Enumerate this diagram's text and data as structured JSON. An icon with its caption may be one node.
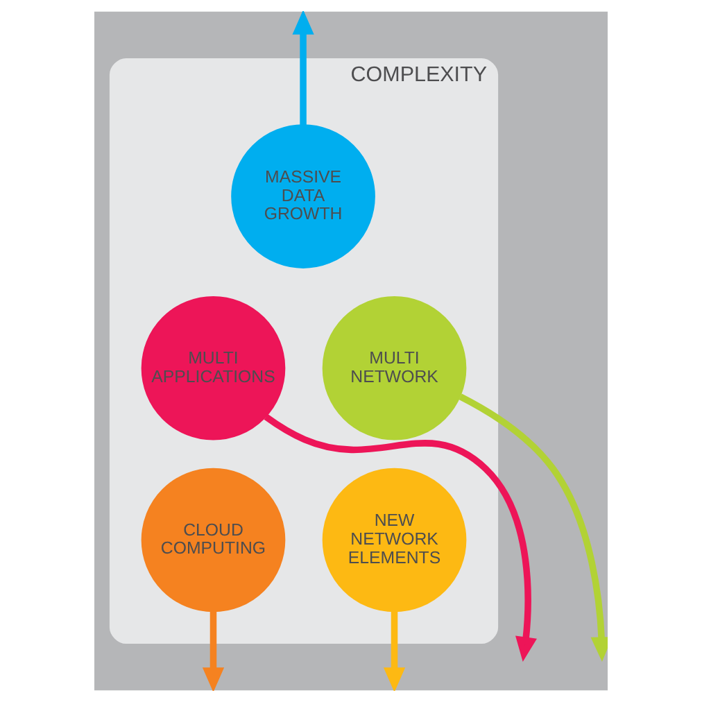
{
  "diagram": {
    "nodes": [
      {
        "text": [
          "COMPLEXITY"
        ]
      },
      {
        "text": [
          "MASSIVE DATA GROWTH"
        ],
        "in": 0
      },
      {
        "text": [
          "MULTI APPLICATIONS"
        ],
        "in": 0
      },
      {
        "text": [
          "MULTI NETWORK"
        ],
        "in": 0
      },
      {
        "text": [
          "CLOUD COMPUTING"
        ],
        "in": 0
      },
      {
        "text": [
          "NEW NETWORK ELEMENTS"
        ],
        "in": 0
      }
    ],
    "edges": [
      {
        "from": 1,
        "to": null,
        "arrow": "to",
        "color": "#00aeef"
      },
      {
        "from": 2,
        "to": null,
        "arrow": "to",
        "color": "#ed1558"
      },
      {
        "from": 3,
        "to": null,
        "arrow": "to",
        "color": "#b2d235"
      },
      {
        "from": 4,
        "to": null,
        "arrow": "to",
        "color": "#f58220"
      },
      {
        "from": 5,
        "to": null,
        "arrow": "to",
        "color": "#fdb913"
      }
    ]
  }
}
